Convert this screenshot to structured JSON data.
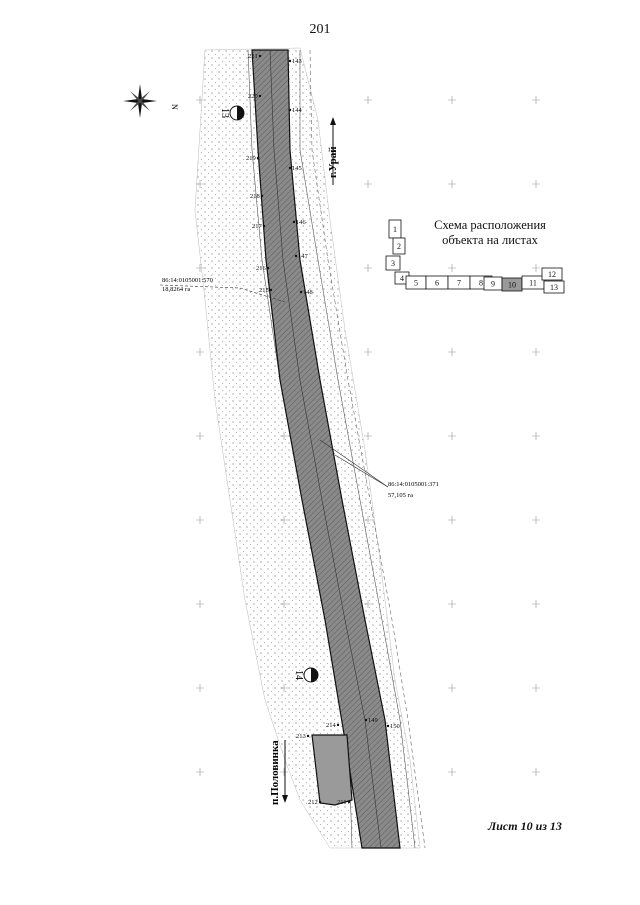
{
  "page_number": "201",
  "north_label": "N",
  "scheme": {
    "title_line1": "Схема расположения",
    "title_line2": "объекта на листах",
    "sheets": [
      "1",
      "2",
      "3",
      "4",
      "5",
      "6",
      "7",
      "8",
      "9",
      "10",
      "11",
      "12",
      "13"
    ],
    "current_sheet": "10"
  },
  "sheet_label": "Лист 10 из 13",
  "road_labels": {
    "north": "г.Урай",
    "south": "п.Половинка"
  },
  "parcels": [
    {
      "id": "86:14:0105001:570",
      "area": "18,8264 га"
    },
    {
      "id": "86:14:0105001:371",
      "area": "57,105 га"
    }
  ],
  "circles": [
    "13",
    "14"
  ],
  "points_left": [
    "221",
    "220",
    "219",
    "218",
    "217",
    "216",
    "215",
    "214",
    "213",
    "212",
    "211"
  ],
  "points_right": [
    "143",
    "144",
    "145",
    "146",
    "147",
    "148",
    "149",
    "150"
  ],
  "colors": {
    "strip": "#7d7d7d",
    "line": "#111111",
    "parcel": "#9a9a9a"
  }
}
